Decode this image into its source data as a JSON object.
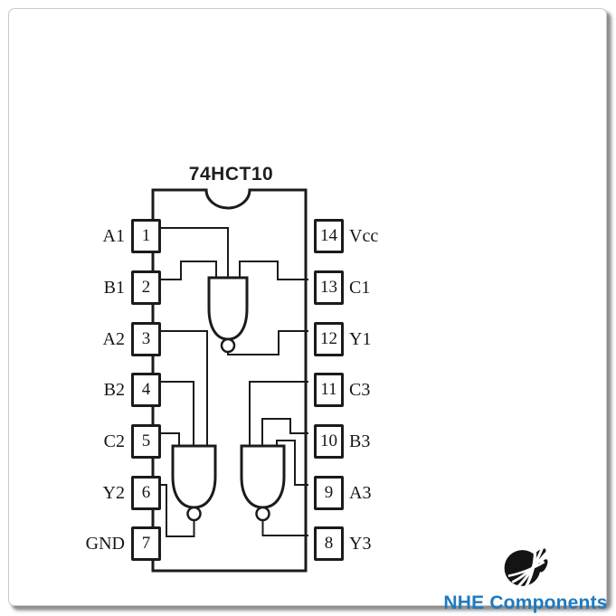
{
  "diagram": {
    "title": "74HCT10",
    "pins_left": [
      {
        "number": "1",
        "label": "A1"
      },
      {
        "number": "2",
        "label": "B1"
      },
      {
        "number": "3",
        "label": "A2"
      },
      {
        "number": "4",
        "label": "B2"
      },
      {
        "number": "5",
        "label": "C2"
      },
      {
        "number": "6",
        "label": "Y2"
      },
      {
        "number": "7",
        "label": "GND"
      }
    ],
    "pins_right": [
      {
        "number": "14",
        "label": "Vcc"
      },
      {
        "number": "13",
        "label": "C1"
      },
      {
        "number": "12",
        "label": "Y1"
      },
      {
        "number": "11",
        "label": "C3"
      },
      {
        "number": "10",
        "label": "B3"
      },
      {
        "number": "9",
        "label": "A3"
      },
      {
        "number": "8",
        "label": "Y3"
      }
    ],
    "gates": [
      {
        "type": "NAND3",
        "input_pins": [
          "1",
          "2",
          "13"
        ],
        "output_pin": "12"
      },
      {
        "type": "NAND3",
        "input_pins": [
          "3",
          "4",
          "5"
        ],
        "output_pin": "6"
      },
      {
        "type": "NAND3",
        "input_pins": [
          "11",
          "10",
          "9"
        ],
        "output_pin": "8"
      }
    ]
  },
  "branding": {
    "company": "NHE Components",
    "brand_color": "#1e7abf",
    "logo_icon": "fan-shell-icon"
  },
  "colors": {
    "ink": "#1b1b1b",
    "card_shadow": "#8c8c8c"
  }
}
